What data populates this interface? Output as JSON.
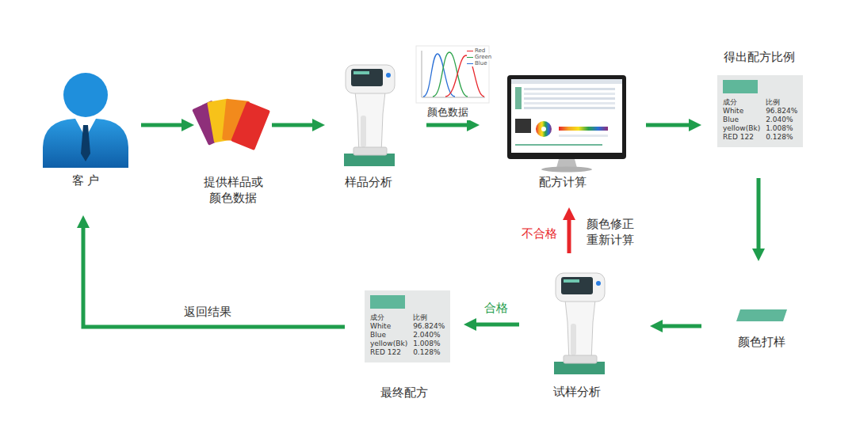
{
  "diagram": {
    "nodes": [
      {
        "text": [
          "客 户"
        ]
      },
      {
        "text": [
          "提供样品或 颜色数据"
        ]
      },
      {
        "text": [
          "样品分析"
        ]
      },
      {
        "text": [
          "配方计算"
        ]
      },
      {
        "text": [
          "得出配方比例",
          "成分",
          "比例",
          "White",
          "96.824%",
          "Blue",
          "2.040%",
          "yellow(Bk)",
          "1.008%",
          "RED 122",
          "0.128%"
        ]
      },
      {
        "text": [
          "颜色打样"
        ]
      },
      {
        "text": [
          "试样分析"
        ]
      },
      {
        "text": [
          "成分",
          "比例",
          "White",
          "96.824%",
          "Blue",
          "2.040%",
          "yellow(Bk)",
          "1.008%",
          "RED 122",
          "0.128%",
          "最终配方"
        ]
      }
    ],
    "edges": [
      {
        "from": 0,
        "to": 1,
        "arrow": "to"
      },
      {
        "from": 1,
        "to": 2,
        "arrow": "to"
      },
      {
        "from": 2,
        "to": 3,
        "arrow": "to",
        "label": "颜色数据"
      },
      {
        "from": 3,
        "to": 4,
        "arrow": "to"
      },
      {
        "from": 4,
        "to": 5,
        "arrow": "to"
      },
      {
        "from": 5,
        "to": 6,
        "arrow": "to"
      },
      {
        "from": 6,
        "to": 3,
        "arrow": "to",
        "label": "不合格"
      },
      {
        "from": 6,
        "to": 7,
        "arrow": "to",
        "label": "合格"
      },
      {
        "from": 7,
        "to": 0,
        "arrow": "to",
        "label": "返回结果"
      }
    ],
    "labels": [
      "颜色修正 重新计算"
    ],
    "legend": [
      {
        "text": "Red"
      },
      {
        "text": "Green"
      },
      {
        "text": "Blue"
      }
    ]
  }
}
